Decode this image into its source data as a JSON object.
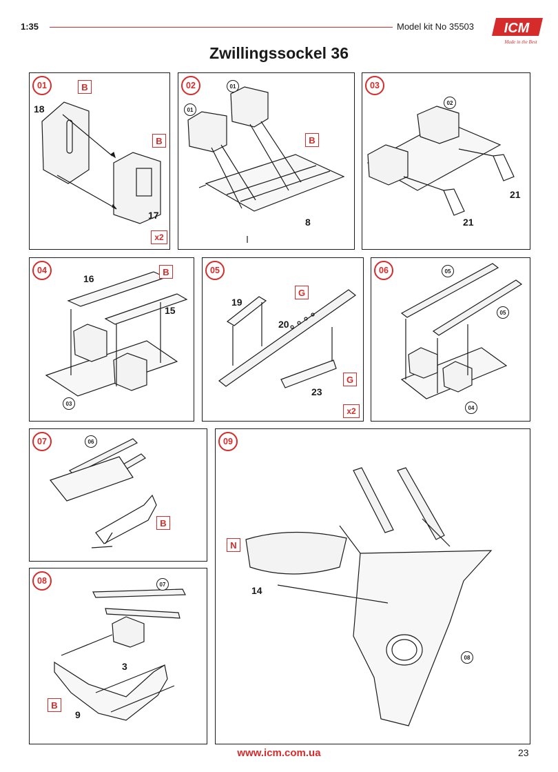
{
  "header": {
    "scale": "1:35",
    "kit": "Model kit No 35503",
    "logo_icon": "icm-logo-icon",
    "logo_text": "ICM",
    "logo_tagline": "Made in the Best"
  },
  "title": "Zwillingssockel 36",
  "colors": {
    "accent": "#d62b2b",
    "ink": "#1a1a1a"
  },
  "steps": {
    "s01": {
      "num": "01",
      "parts": [
        "18",
        "17"
      ],
      "sprue": "B",
      "qty": "x2"
    },
    "s02": {
      "num": "02",
      "refs": [
        "01",
        "01"
      ],
      "parts": [
        "8"
      ],
      "sprue": "B"
    },
    "s03": {
      "num": "03",
      "refs": [
        "02"
      ],
      "parts": [
        "21",
        "21"
      ]
    },
    "s04": {
      "num": "04",
      "parts": [
        "16",
        "15"
      ],
      "sprue": "B",
      "refs": [
        "03"
      ]
    },
    "s05": {
      "num": "05",
      "parts": [
        "19",
        "20",
        "23"
      ],
      "sprues": [
        "G",
        "G"
      ],
      "qty": "x2"
    },
    "s06": {
      "num": "06",
      "refs": [
        "05",
        "05",
        "04"
      ]
    },
    "s07": {
      "num": "07",
      "refs": [
        "06"
      ],
      "sprue": "B"
    },
    "s08": {
      "num": "08",
      "refs": [
        "07"
      ],
      "parts": [
        "3",
        "9"
      ],
      "sprue": "B"
    },
    "s09": {
      "num": "09",
      "sprue": "N",
      "parts": [
        "14"
      ],
      "refs": [
        "08"
      ]
    }
  },
  "footer": {
    "url": "www.icm.com.ua",
    "page": "23"
  }
}
